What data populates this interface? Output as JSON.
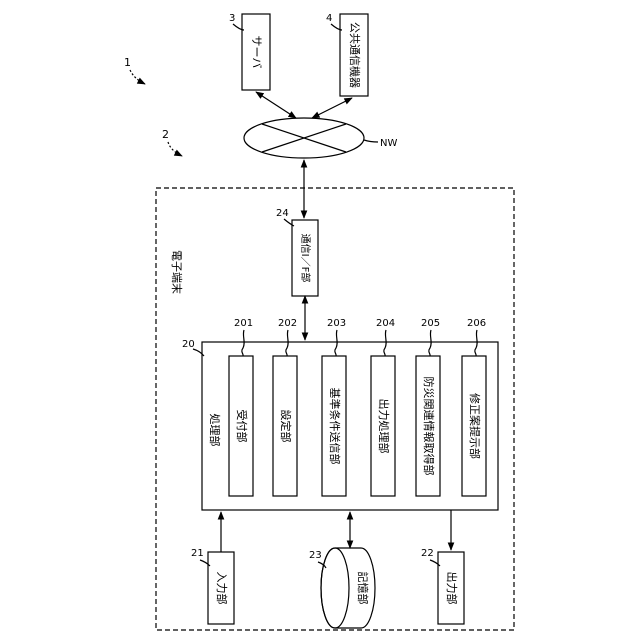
{
  "system_label": "1",
  "terminal_label": "2",
  "server": {
    "ref": "3",
    "label": "サーバ"
  },
  "public_comm": {
    "ref": "4",
    "label": "公共通信機器"
  },
  "network": {
    "label": "NW"
  },
  "terminal_title": "電子端末",
  "comm_if": {
    "ref": "24",
    "label": "通信I／F部"
  },
  "processing": {
    "ref": "20",
    "label": "処理部"
  },
  "units": [
    {
      "ref": "201",
      "label": "受付部"
    },
    {
      "ref": "202",
      "label": "設定部"
    },
    {
      "ref": "203",
      "label": "基準条件送信部"
    },
    {
      "ref": "204",
      "label": "出力処理部"
    },
    {
      "ref": "205",
      "label": "防災関連情報取得部"
    },
    {
      "ref": "206",
      "label": "修正案提示部"
    }
  ],
  "input": {
    "ref": "21",
    "label": "入力部"
  },
  "storage": {
    "ref": "23",
    "label": "記憶部"
  },
  "output": {
    "ref": "22",
    "label": "出力部"
  }
}
